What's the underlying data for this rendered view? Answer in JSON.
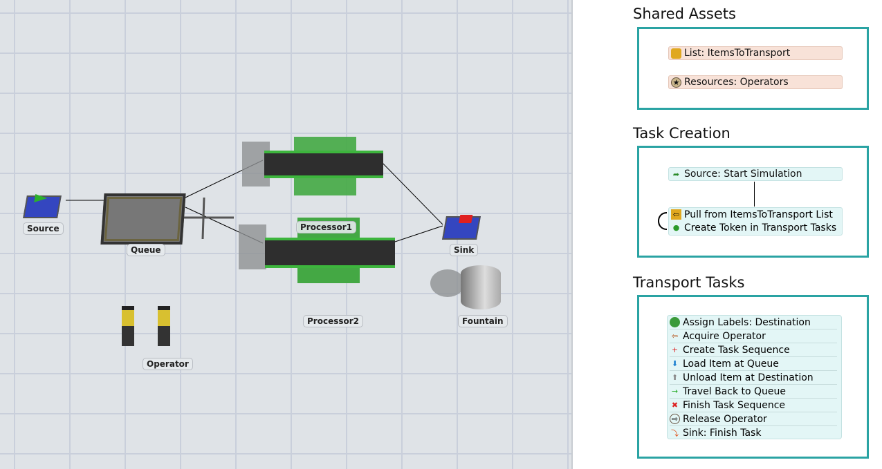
{
  "model_view": {
    "objects": {
      "source": "Source",
      "queue": "Queue",
      "processor1": "Processor1",
      "processor2": "Processor2",
      "sink": "Sink",
      "fountain": "Fountain",
      "operator": "Operator"
    }
  },
  "process_flow": {
    "shared_assets": {
      "title": "Shared Assets",
      "items": [
        {
          "label": "List: ItemsToTransport",
          "icon": "list-icon"
        },
        {
          "label": "Resources: Operators",
          "icon": "resource-icon"
        }
      ]
    },
    "task_creation": {
      "title": "Task Creation",
      "items": [
        {
          "label": "Source: Start Simulation",
          "icon": "source-icon"
        },
        {
          "label": "Pull from ItemsToTransport List",
          "icon": "pull-icon"
        },
        {
          "label": "Create Token in Transport Tasks",
          "icon": "create-token-icon"
        }
      ]
    },
    "transport_tasks": {
      "title": "Transport Tasks",
      "items": [
        {
          "label": "Assign Labels: Destination",
          "icon": "assign-labels-icon"
        },
        {
          "label": "Acquire Operator",
          "icon": "acquire-icon"
        },
        {
          "label": "Create Task Sequence",
          "icon": "create-task-sequence-icon"
        },
        {
          "label": "Load Item at Queue",
          "icon": "load-icon"
        },
        {
          "label": "Unload Item at Destination",
          "icon": "unload-icon"
        },
        {
          "label": "Travel Back to Queue",
          "icon": "travel-icon"
        },
        {
          "label": "Finish Task Sequence",
          "icon": "finish-task-sequence-icon"
        },
        {
          "label": "Release Operator",
          "icon": "release-icon"
        },
        {
          "label": "Sink: Finish Task",
          "icon": "sink-icon"
        }
      ]
    }
  },
  "colors": {
    "accent": "#2aa3a3",
    "asset_bg": "#f8e2d8",
    "activity_bg": "#e3f6f6"
  }
}
